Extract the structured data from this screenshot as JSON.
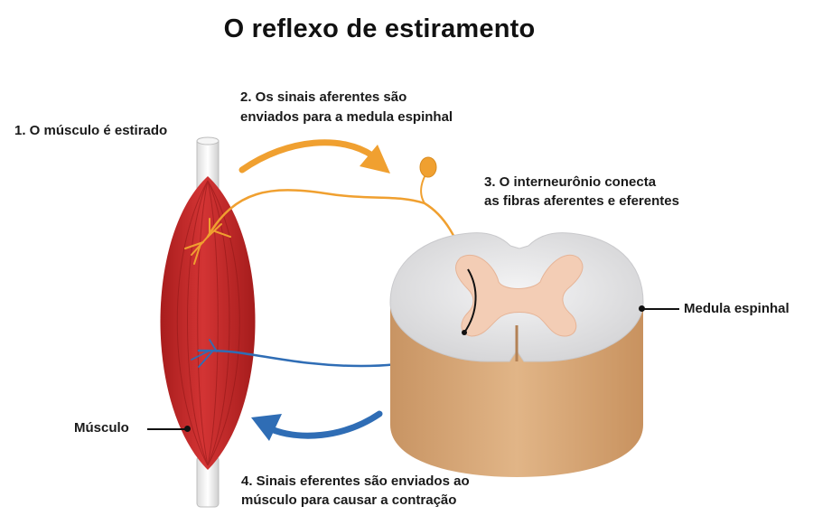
{
  "title": "O reflexo de estiramento",
  "steps": {
    "step1": "1. O músculo é estirado",
    "step2_line1": "2. Os sinais aferentes são",
    "step2_line2": "enviados para a medula espinhal",
    "step3_line1": "3. O interneurônio conecta",
    "step3_line2": "as fibras aferentes e eferentes",
    "step4_line1": "4. Sinais eferentes são enviados ao",
    "step4_line2": "músculo para causar a contração"
  },
  "labels": {
    "muscle": "Músculo",
    "spinal_cord": "Medula espinhal"
  },
  "colors": {
    "muscle": "#c62a2a",
    "afferent": "#f0a030",
    "efferent": "#2f6db5",
    "spinal_outer": "#d9a877",
    "gray_matter": "#f3cdb5",
    "cord_top": "#e9e9ea"
  }
}
